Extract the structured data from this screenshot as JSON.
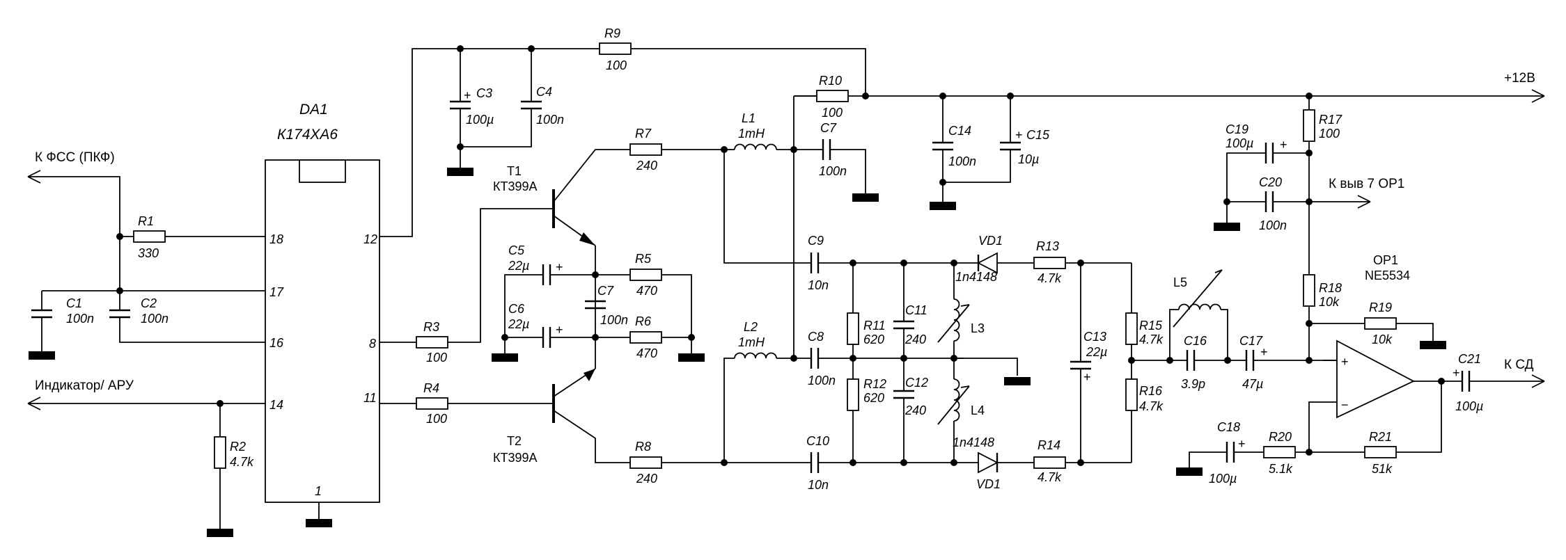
{
  "ic": {
    "ref": "DA1",
    "part": "К174ХА6"
  },
  "ic_pins": {
    "p18": "18",
    "p17": "17",
    "p16": "16",
    "p14": "14",
    "p12": "12",
    "p8": "8",
    "p11": "11",
    "p1": "1"
  },
  "opamp": {
    "ref": "OP1",
    "part": "NE5534",
    "plus": "+",
    "minus": "−"
  },
  "transistors": {
    "t1_ref": "T1",
    "t1_part": "КТ399А",
    "t2_ref": "T2",
    "t2_part": "КТ399А"
  },
  "nets": {
    "fss": "К ФСС (ПКФ)",
    "indicator": "Индикатор/ АРУ",
    "supply": "+12В",
    "op_pin7": "К выв 7 OP1",
    "sd": "К СД"
  },
  "resistors": {
    "r1": {
      "ref": "R1",
      "val": "330"
    },
    "r2": {
      "ref": "R2",
      "val": "4.7k"
    },
    "r3": {
      "ref": "R3",
      "val": "100"
    },
    "r4": {
      "ref": "R4",
      "val": "100"
    },
    "r5": {
      "ref": "R5",
      "val": "470"
    },
    "r6": {
      "ref": "R6",
      "val": "470"
    },
    "r7": {
      "ref": "R7",
      "val": "240"
    },
    "r8": {
      "ref": "R8",
      "val": "240"
    },
    "r9": {
      "ref": "R9",
      "val": "100"
    },
    "r10": {
      "ref": "R10",
      "val": "100"
    },
    "r11": {
      "ref": "R11",
      "val": "620"
    },
    "r12": {
      "ref": "R12",
      "val": "620"
    },
    "r13": {
      "ref": "R13",
      "val": "4.7k"
    },
    "r14": {
      "ref": "R14",
      "val": "4.7k"
    },
    "r15": {
      "ref": "R15",
      "val": "4.7k"
    },
    "r16": {
      "ref": "R16",
      "val": "4.7k"
    },
    "r17": {
      "ref": "R17",
      "val": "100"
    },
    "r18": {
      "ref": "R18",
      "val": "10k"
    },
    "r19": {
      "ref": "R19",
      "val": "10k"
    },
    "r20": {
      "ref": "R20",
      "val": "5.1k"
    },
    "r21": {
      "ref": "R21",
      "val": "51k"
    }
  },
  "capacitors": {
    "c1": {
      "ref": "C1",
      "val": "100n"
    },
    "c2": {
      "ref": "C2",
      "val": "100n"
    },
    "c3": {
      "ref": "C3",
      "val": "100µ"
    },
    "c4": {
      "ref": "C4",
      "val": "100n"
    },
    "c5": {
      "ref": "C5",
      "val": "22µ"
    },
    "c6": {
      "ref": "C6",
      "val": "22µ"
    },
    "c7a": {
      "ref": "C7",
      "val": "100n"
    },
    "c7b": {
      "ref": "C7",
      "val": "100n"
    },
    "c8": {
      "ref": "C8",
      "val": "100n"
    },
    "c9": {
      "ref": "C9",
      "val": "10n"
    },
    "c10": {
      "ref": "C10",
      "val": "10n"
    },
    "c11": {
      "ref": "C11",
      "val": "240"
    },
    "c12": {
      "ref": "C12",
      "val": "240"
    },
    "c13": {
      "ref": "C13",
      "val": "22µ"
    },
    "c14": {
      "ref": "C14",
      "val": "100n"
    },
    "c15": {
      "ref": "C15",
      "val": "10µ"
    },
    "c16": {
      "ref": "C16",
      "val": "3.9p"
    },
    "c17": {
      "ref": "C17",
      "val": "47µ"
    },
    "c18": {
      "ref": "C18",
      "val": "100µ"
    },
    "c19": {
      "ref": "C19",
      "val": "100µ"
    },
    "c20": {
      "ref": "C20",
      "val": "100n"
    },
    "c21": {
      "ref": "C21",
      "val": "100µ"
    }
  },
  "inductors": {
    "l1": {
      "ref": "L1",
      "val": "1mH"
    },
    "l2": {
      "ref": "L2",
      "val": "1mH"
    },
    "l3": {
      "ref": "L3"
    },
    "l4": {
      "ref": "L4"
    },
    "l5": {
      "ref": "L5"
    }
  },
  "diodes": {
    "vd1a": {
      "ref": "VD1",
      "part": "1n4148"
    },
    "vd1b": {
      "ref": "VD1",
      "part": "1n4148"
    }
  },
  "polarity_mark": "+"
}
